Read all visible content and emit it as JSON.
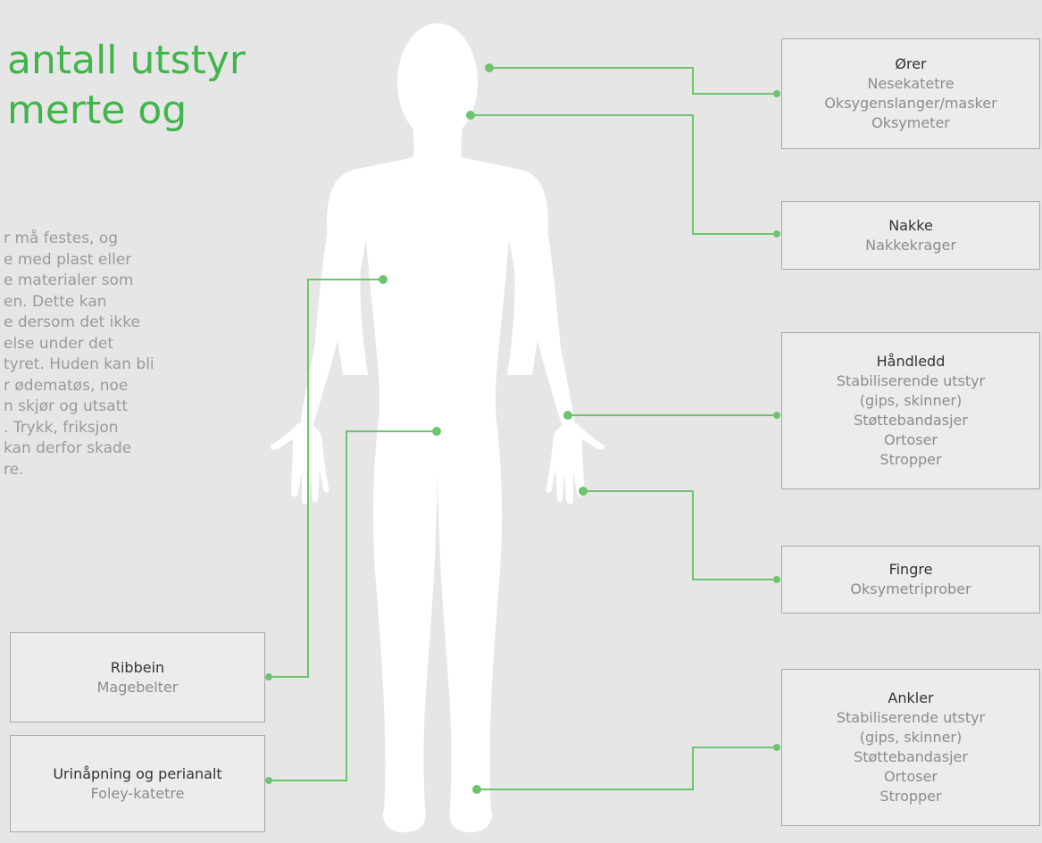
{
  "heading": {
    "lines": [
      "antall utstyr",
      "merte og"
    ]
  },
  "body_text": {
    "lines": [
      "r må festes, og",
      "e med plast eller",
      "e materialer som",
      "en. Dette kan",
      "e dersom det ikke",
      "else under det",
      "tyret. Huden kan bli",
      "r ødematøs, noe",
      "n skjør og utsatt",
      ". Trykk, friksjon",
      "kan derfor skade",
      "re."
    ]
  },
  "colors": {
    "accent": "#3fb54a",
    "connector": "#6dc46f",
    "background": "#e6e6e6",
    "silhouette": "#ffffff",
    "box_border": "#a8a8a8"
  },
  "boxes": {
    "orer": {
      "title": "Ører",
      "items": [
        "Nesekatetre",
        "Oksygenslanger/masker",
        "Oksymeter"
      ]
    },
    "nakke": {
      "title": "Nakke",
      "items": [
        "Nakkekrager"
      ]
    },
    "handledd": {
      "title": "Håndledd",
      "items": [
        "Stabiliserende utstyr",
        "(gips, skinner)",
        "Støttebandasjer",
        "Ortoser",
        "Stropper"
      ]
    },
    "fingre": {
      "title": "Fingre",
      "items": [
        "Oksymetriprober"
      ]
    },
    "ankler": {
      "title": "Ankler",
      "items": [
        "Stabiliserende utstyr",
        "(gips, skinner)",
        "Støttebandasjer",
        "Ortoser",
        "Stropper"
      ]
    },
    "ribbein": {
      "title": "Ribbein",
      "items": [
        "Magebelter"
      ]
    },
    "urinapning": {
      "title": "Urinåpning og perianalt",
      "items": [
        "Foley-katetre"
      ]
    }
  }
}
